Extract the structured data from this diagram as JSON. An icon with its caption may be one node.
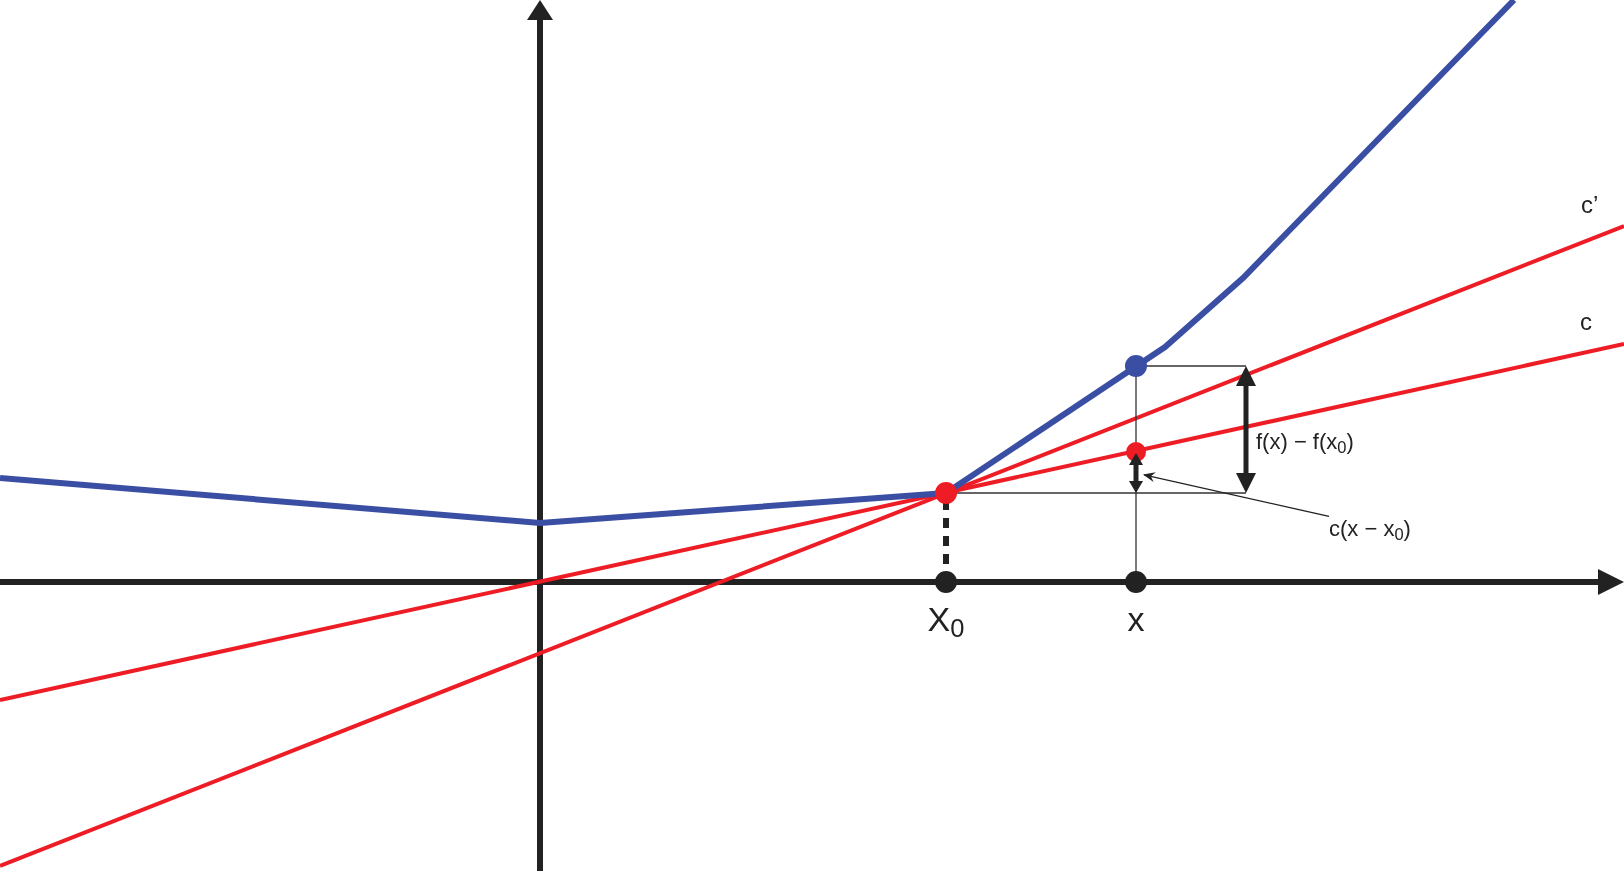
{
  "diagram": {
    "nodes": [
      {
        "text": [
          "c(x − x$_{0}$)"
        ]
      },
      {
        "text": [],
        "shape": "arrow"
      }
    ],
    "edges": [
      {
        "from": 0,
        "to": 1,
        "arrow": "to"
      }
    ],
    "labels": [
      "c’",
      "c",
      "f(x) − f(x$_{0}$)",
      "X$_{0}$",
      "x"
    ]
  }
}
